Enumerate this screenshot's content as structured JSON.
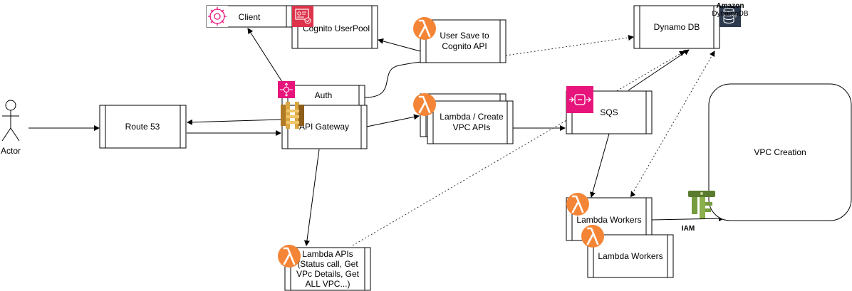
{
  "nodes": {
    "actor": "Actor",
    "route53": "Route 53",
    "api_gateway": "API Gateway",
    "auth": "Auth",
    "client": "Client",
    "cognito": "Cognito UserPool",
    "user_save": [
      "User Save to",
      "Cognito API"
    ],
    "lambda_create": [
      "Lambda / Create",
      "VPC APIs"
    ],
    "sqs": "SQS",
    "dynamo": "Dynamo DB",
    "dynamo_icon_label": [
      "Amazon",
      "DynamoDB"
    ],
    "lambda_apis": [
      "Lambda APIs",
      "(Status call, Get",
      "VPc Details, Get",
      "ALL VPC...)"
    ],
    "lambda_workers_1": "Lambda Workers",
    "lambda_workers_2": "Lambda Workers",
    "vpc_creation": "VPC Creation",
    "iam": "IAM"
  },
  "icons": {
    "lambda": "lambda-icon",
    "sqs": "sqs-icon",
    "api_gateway": "api-gateway-icon",
    "auth": "auth-icon",
    "cognito": "cognito-icon",
    "client": "client-icon",
    "dynamodb": "dynamodb-icon",
    "iam": "iam-icon",
    "actor": "actor-icon"
  },
  "colors": {
    "lambda": "#F58536",
    "pink": "#E7157B",
    "cognito": "#DD344C",
    "gold": "#D9A741",
    "dynamo_bg": "#2E3B4E",
    "iam_green": "#759C3E"
  }
}
